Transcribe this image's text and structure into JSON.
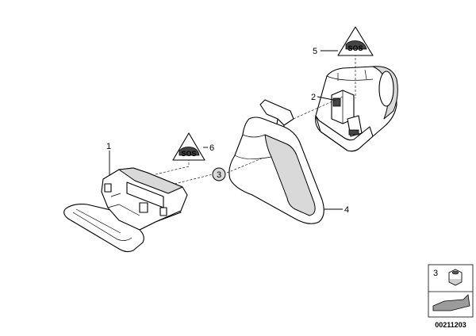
{
  "callouts": {
    "part_1": "1",
    "part_2": "2",
    "part_3_circle": "3",
    "part_4": "4",
    "part_5": "5",
    "part_6": "6"
  },
  "warning_signs": {
    "top_right": "SOS",
    "left": "SOS"
  },
  "legend": {
    "number": "3"
  },
  "document_number": "00211203",
  "colors": {
    "line": "#000000",
    "background": "#ffffff",
    "shade": "#d9d9d9",
    "arrow_box": "#9c9c9c"
  }
}
